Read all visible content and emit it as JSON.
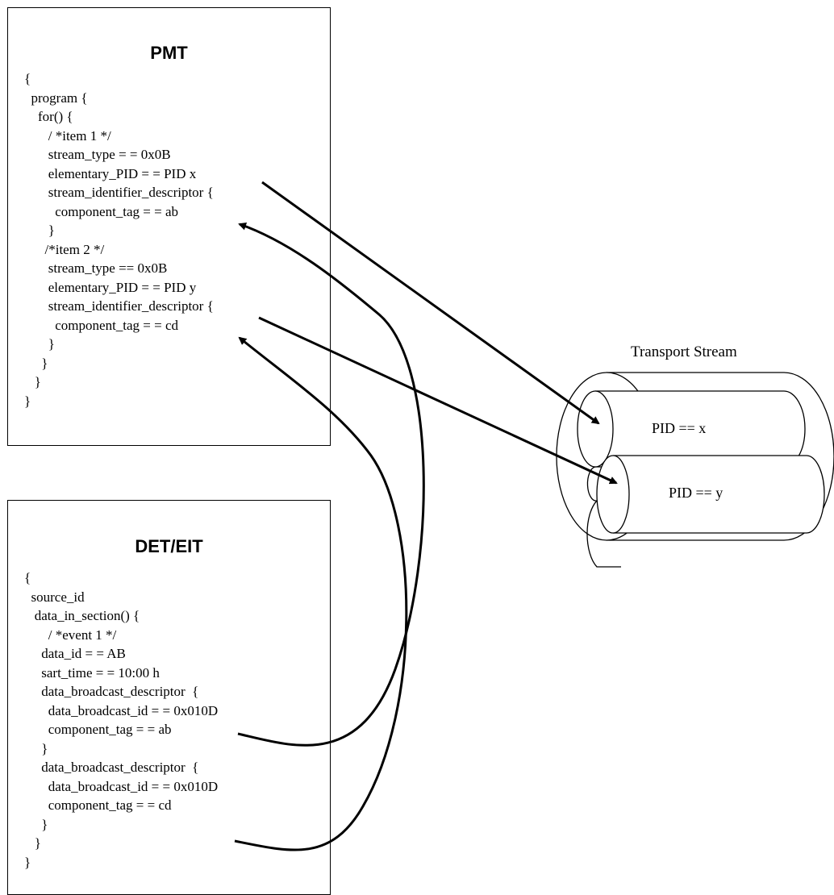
{
  "pmt": {
    "title": "PMT",
    "lines": [
      "{",
      "  program {",
      "    for() {",
      "       / *item 1 */",
      "       stream_type = = 0x0B",
      "       elementary_PID = = PID x",
      "       stream_identifier_descriptor {",
      "         component_tag = = ab",
      "       }",
      "      /*item 2 */",
      "       stream_type == 0x0B",
      "       elementary_PID = = PID y",
      "       stream_identifier_descriptor {",
      "         component_tag = = cd",
      "       }",
      "     }",
      "   }",
      "}"
    ]
  },
  "det": {
    "title": "DET/EIT",
    "lines": [
      "{",
      "  source_id",
      "   data_in_section() {",
      "       / *event 1 */",
      "     data_id = = AB",
      "     sart_time = = 10:00 h",
      "     data_broadcast_descriptor  {",
      "       data_broadcast_id = = 0x010D",
      "       component_tag = = ab",
      "     }",
      "     data_broadcast_descriptor  {",
      "       data_broadcast_id = = 0x010D",
      "       component_tag = = cd",
      "     }",
      "   }",
      "}"
    ]
  },
  "transport_stream": {
    "label": "Transport Stream",
    "pid_x": "PID == x",
    "pid_y": "PID == y"
  }
}
